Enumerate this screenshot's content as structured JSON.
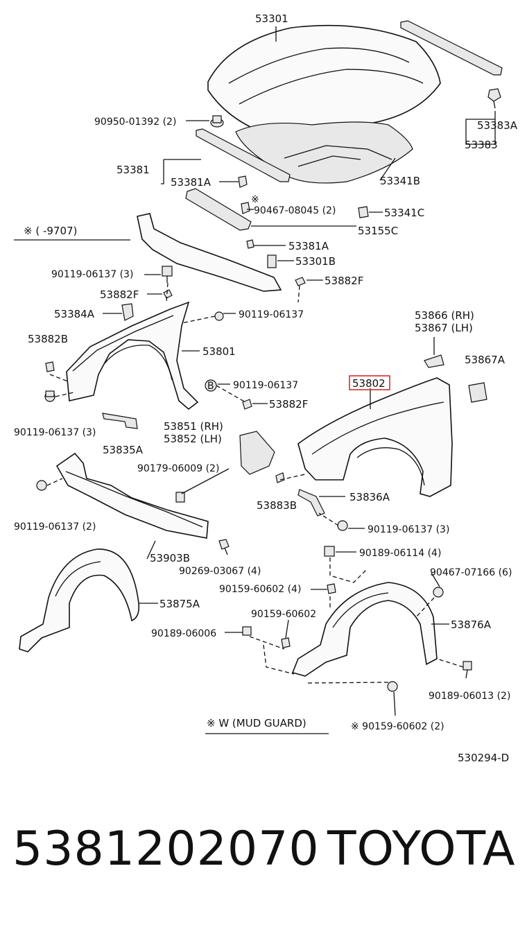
{
  "part_labels": {
    "p53301": "53301",
    "p90950": "90950-01392 (2)",
    "p53381": "53381",
    "p53381A_1": "53381A",
    "p_note_symbol": "※",
    "p90467_08045": "90467-08045 (2)",
    "p53381A_2": "53381A",
    "p53301B": "53301B",
    "p90119_a": "90119-06137 (3)",
    "p53882F_1": "53882F",
    "p53882F_2": "53882F",
    "p53384A": "53384A",
    "p90119_b": "90119-06137",
    "p53882B": "53882B",
    "p53801": "53801",
    "p90119_c": "90119-06137",
    "p53882F_3": "53882F",
    "p90119_d": "90119-06137 (3)",
    "p53835A": "53835A",
    "p53851": "53851 (RH)",
    "p53852": "53852 (LH)",
    "p90179": "90179-06009 (2)",
    "p90119_e": "90119-06137 (2)",
    "p53903B": "53903B",
    "p90269": "90269-03067 (4)",
    "p53875A": "53875A",
    "p53383A": "53383A",
    "p53383": "53383",
    "p53341B": "53341B",
    "p53341C": "53341C",
    "p53155C": "53155C",
    "p53866": "53866 (RH)",
    "p53867": "53867 (LH)",
    "p53867A": "53867A",
    "p53802": "53802",
    "p53883B": "53883B",
    "p53836A": "53836A",
    "p90119_f": "90119-06137 (3)",
    "p90189_06114": "90189-06114 (4)",
    "p90467_07166": "90467-07166 (6)",
    "p90159_a": "90159-60602 (4)",
    "p90159_b": "90159-60602",
    "p90189_06006": "90189-06006",
    "p53876A": "53876A",
    "p90189_06013": "90189-06013 (2)",
    "p90159_c": "※ 90159-60602 (2)"
  },
  "notes": {
    "range_note": "※  (        -9707)",
    "mud_guard_note": "※ W (MUD GUARD)",
    "figure_code": "530294-D"
  },
  "footer": {
    "part_number": "5381202070",
    "brand": "TOYOTA"
  },
  "colors": {
    "highlight_box": "#d32f2f",
    "line": "#111111"
  }
}
